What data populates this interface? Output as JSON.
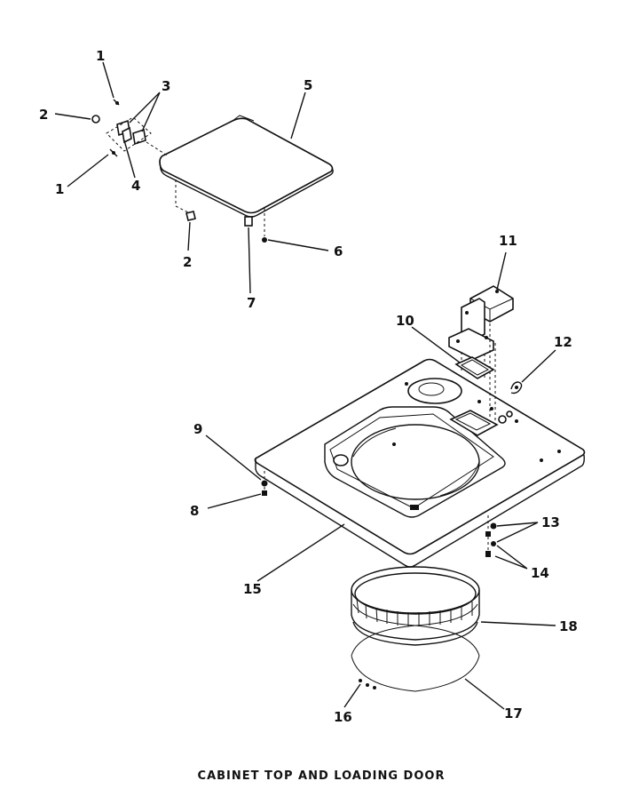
{
  "caption": "CABINET TOP AND LOADING DOOR",
  "callouts": {
    "c1a": "1",
    "c2a": "2",
    "c3": "3",
    "c1b": "1",
    "c4": "4",
    "c5": "5",
    "c2b": "2",
    "c6": "6",
    "c7": "7",
    "c11": "11",
    "c10": "10",
    "c12": "12",
    "c9": "9",
    "c8": "8",
    "c13": "13",
    "c14": "14",
    "c15": "15",
    "c18": "18",
    "c16": "16",
    "c17": "17"
  }
}
